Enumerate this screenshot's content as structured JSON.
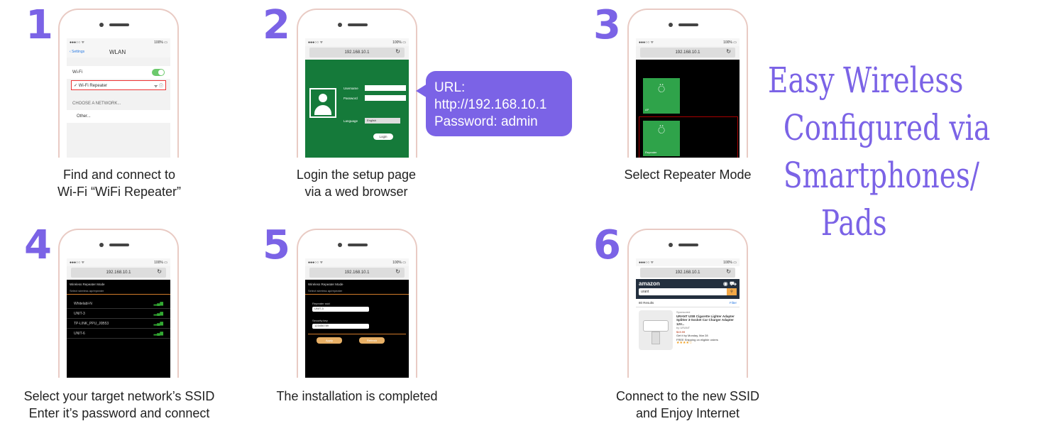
{
  "headline": {
    "lines": [
      "Easy Wireless",
      "Configured via",
      "Smartphones/",
      "Pads"
    ]
  },
  "accent_color": "#7b63e6",
  "steps": [
    {
      "number": "1",
      "caption": [
        "Find and connect to",
        "Wi-Fi “WiFi Repeater”"
      ],
      "screen": {
        "status_time": "●●●○○ ᯤ",
        "battery": "100% ▭",
        "back": "‹ Settings",
        "title": "WLAN",
        "wifi_label": "Wi-Fi",
        "repeater_label": "✓ Wi-Fi Repeater",
        "choose": "CHOOSE A NETWORK...",
        "other": "Other..."
      }
    },
    {
      "number": "2",
      "caption": [
        "Login the setup page",
        "via a wed browser"
      ],
      "screen": {
        "url": "192.168.10.1",
        "username": "Username",
        "password": "Password",
        "language": "Language",
        "lang_value": "English",
        "login": "Login"
      }
    },
    {
      "number": "3",
      "caption": [
        "Select Repeater Mode"
      ],
      "screen": {
        "url": "192.168.10.1",
        "ap": "AP",
        "repeater": "Repeater"
      }
    },
    {
      "number": "4",
      "caption": [
        "Select your target network’s SSID",
        "Enter it’s password and connect"
      ],
      "screen": {
        "url": "192.168.10.1",
        "head": "Wireless Repeater Mode",
        "sub": "Select wireless ap/repeater",
        "networks": [
          "Whitelabl-N",
          "UNIT-3",
          "TP-LINK_PPU_J0B53",
          "UNIT-6"
        ]
      }
    },
    {
      "number": "5",
      "caption": [
        "The installation is completed"
      ],
      "screen": {
        "url": "192.168.10.1",
        "head": "Wireless Repeater Mode",
        "sub": "Select wireless ap/repeater",
        "ssid_label": "Repeater ssid",
        "ssid_value": "UNIT-3",
        "key_label": "Security key",
        "key_value": "123456789",
        "apply": "Apply",
        "refresh": "Refresh"
      }
    },
    {
      "number": "6",
      "caption": [
        "Connect to the new SSID",
        "and Enjoy Internet"
      ],
      "screen": {
        "url": "192.168.10.1",
        "logo": "amazon",
        "search": "urant",
        "results": "80 Results",
        "filter": "Filter",
        "sponsored": "Sponsored",
        "product": "URANT USB Cigarette Lighter Adapter Splitter 3-Socket Car Charger Adapter 12V...",
        "by": "by URANT",
        "price": "$19.99",
        "ship": "Get it by Monday, Mar 28",
        "free": "FREE Shipping on eligible orders",
        "stars": "★★★★☆"
      }
    }
  ],
  "bubble": {
    "lines": [
      "URL:",
      "http://192.168.10.1",
      "Password: admin"
    ]
  }
}
